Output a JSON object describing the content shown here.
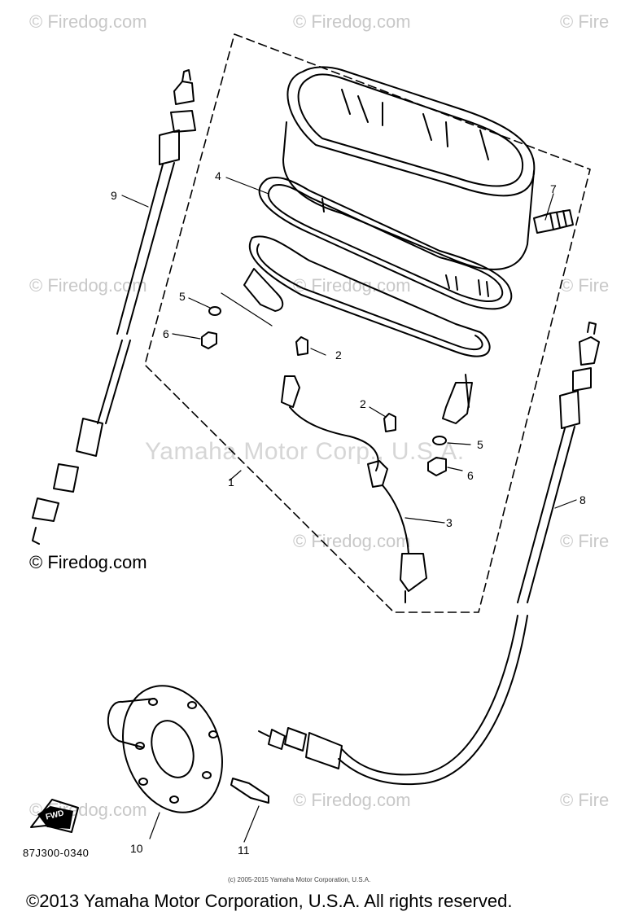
{
  "watermark": {
    "firedog": "© Firedog.com",
    "firedog_bold": "© Firedog.com",
    "firedog_cut": "© Fire",
    "center": "Yamaha Motor Corp., U.S.A."
  },
  "callouts": {
    "c1": "1",
    "c2a": "2",
    "c2b": "2",
    "c3": "3",
    "c4": "4",
    "c5a": "5",
    "c5b": "5",
    "c6a": "6",
    "c6b": "6",
    "c7": "7",
    "c8": "8",
    "c9": "9",
    "c10": "10",
    "c11": "11"
  },
  "fwd_label": "FWD",
  "diagram_code": "87J300-0340",
  "small_copyright": "(c) 2005-2015 Yamaha Motor Corporation, U.S.A.",
  "footer_copyright": "©2013 Yamaha Motor Corporation, U.S.A. All rights reserved."
}
